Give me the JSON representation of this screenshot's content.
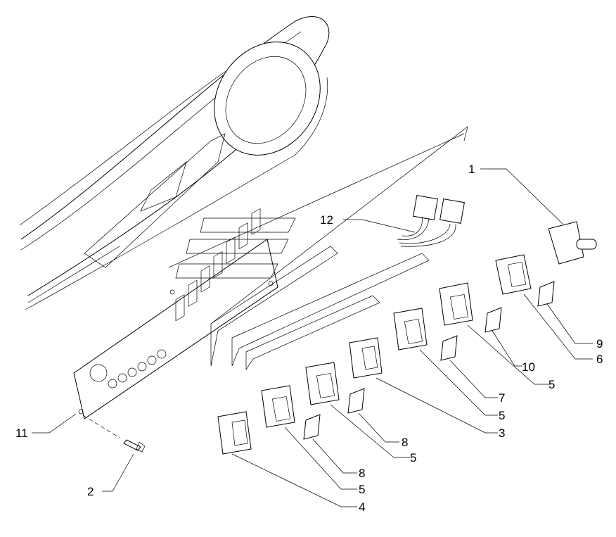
{
  "callouts": [
    {
      "id": "1",
      "text": "1"
    },
    {
      "id": "12",
      "text": "12"
    },
    {
      "id": "9",
      "text": "9"
    },
    {
      "id": "10",
      "text": "10"
    },
    {
      "id": "6",
      "text": "6"
    },
    {
      "id": "5a",
      "text": "5"
    },
    {
      "id": "7",
      "text": "7"
    },
    {
      "id": "5b",
      "text": "5"
    },
    {
      "id": "3",
      "text": "3"
    },
    {
      "id": "8a",
      "text": "8"
    },
    {
      "id": "5c",
      "text": "5"
    },
    {
      "id": "8b",
      "text": "8"
    },
    {
      "id": "5d",
      "text": "5"
    },
    {
      "id": "4",
      "text": "4"
    },
    {
      "id": "11",
      "text": "11"
    },
    {
      "id": "2",
      "text": "2"
    }
  ]
}
